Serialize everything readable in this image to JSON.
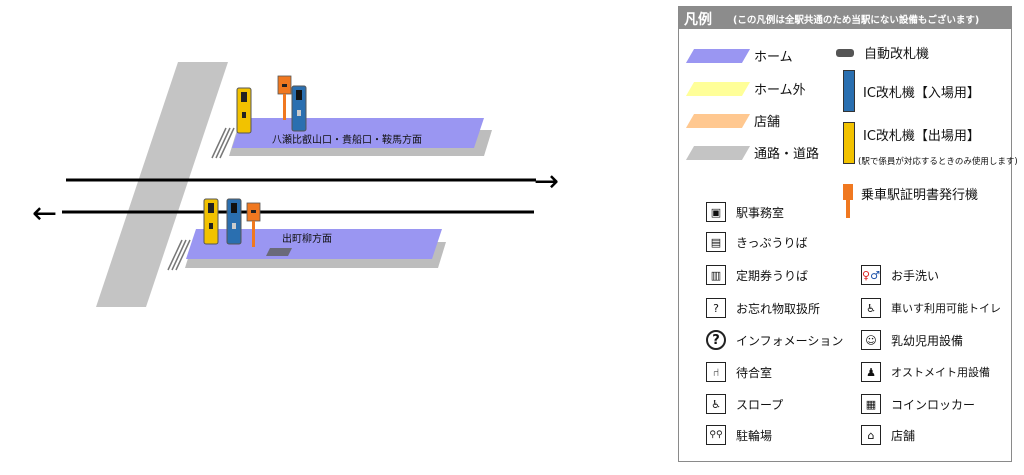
{
  "diagram": {
    "platform_top_label": "八瀬比叡山口・貴船口・鞍馬方面",
    "platform_bottom_label": "出町柳方面",
    "arrow_right": "→",
    "arrow_left": "←"
  },
  "legend": {
    "title": "凡例",
    "note": "(この凡例は全駅共通のため当駅にない設備もございます)",
    "items": {
      "home": "ホーム",
      "home_outside": "ホーム外",
      "shop_area": "店舗",
      "passage": "通路・道路",
      "auto_gate": "自動改札機",
      "ic_gate_in": "IC改札機【入場用】",
      "ic_gate_out": "IC改札機【出場用】",
      "ic_gate_out_note": "(駅で係員が対応するときのみ使用します)",
      "cert_machine": "乗車駅証明書発行機",
      "station_office": "駅事務室",
      "ticket_office": "きっぷうりば",
      "pass_office": "定期券うりば",
      "lost_found": "お忘れ物取扱所",
      "information": "インフォメーション",
      "waiting_room": "待合室",
      "slope": "スロープ",
      "bicycle_parking": "駐輪場",
      "toilet": "お手洗い",
      "wheelchair_toilet": "車いす利用可能トイレ",
      "baby_facility": "乳幼児用設備",
      "ostomate": "オストメイト用設備",
      "coin_locker": "コインロッカー",
      "shop": "店舗"
    }
  },
  "colors": {
    "platform": "#9a96f2",
    "outside": "#ffff99",
    "shop": "#ffc890",
    "passage": "#c4c4c4",
    "ic_in": "#2a6fb0",
    "ic_out": "#f2c200",
    "cert": "#f07820",
    "legend_header": "#8c8c8c"
  },
  "icons": [
    "station-office-icon",
    "ticket-icon",
    "pass-icon",
    "lost-found-icon",
    "information-icon",
    "waiting-room-icon",
    "slope-icon",
    "bicycle-icon",
    "toilet-icon",
    "wheelchair-icon",
    "baby-icon",
    "ostomate-icon",
    "coin-locker-icon",
    "shop-icon"
  ]
}
